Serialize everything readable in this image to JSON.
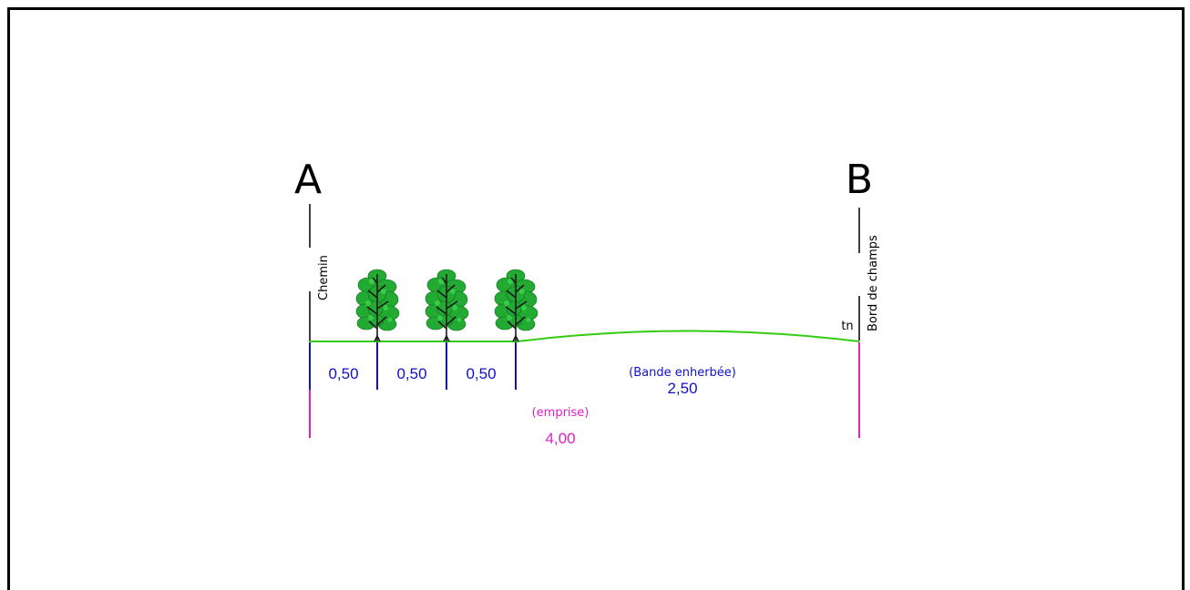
{
  "point_a": "A",
  "point_b": "B",
  "label_left": "Chemin",
  "label_right": "Bord de champs",
  "label_tn": "tn",
  "segments": [
    "0,50",
    "0,50",
    "0,50"
  ],
  "grass_band": {
    "caption": "(Bande enherbée)",
    "value": "2,50"
  },
  "right_of_way": {
    "caption": "(emprise)",
    "value": "4,00"
  },
  "colors": {
    "ground": "#33cc11",
    "dimension": "#1010c8",
    "emprise": "#e020c8",
    "tree": "#22aa33"
  },
  "trees": 3
}
